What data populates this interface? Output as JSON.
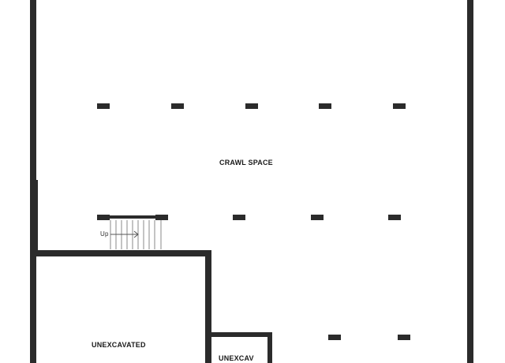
{
  "floorplan": {
    "rooms": {
      "crawl_space": "CRAWL SPACE",
      "unexcavated": "UNEXCAVATED",
      "unexcav": "UNEXCAV"
    },
    "stairs": {
      "direction_label": "Up"
    }
  },
  "colors": {
    "wall": "#2b2b2b",
    "post": "#2b2b2b",
    "stair_line": "#8a8a8a",
    "background": "#ffffff"
  }
}
